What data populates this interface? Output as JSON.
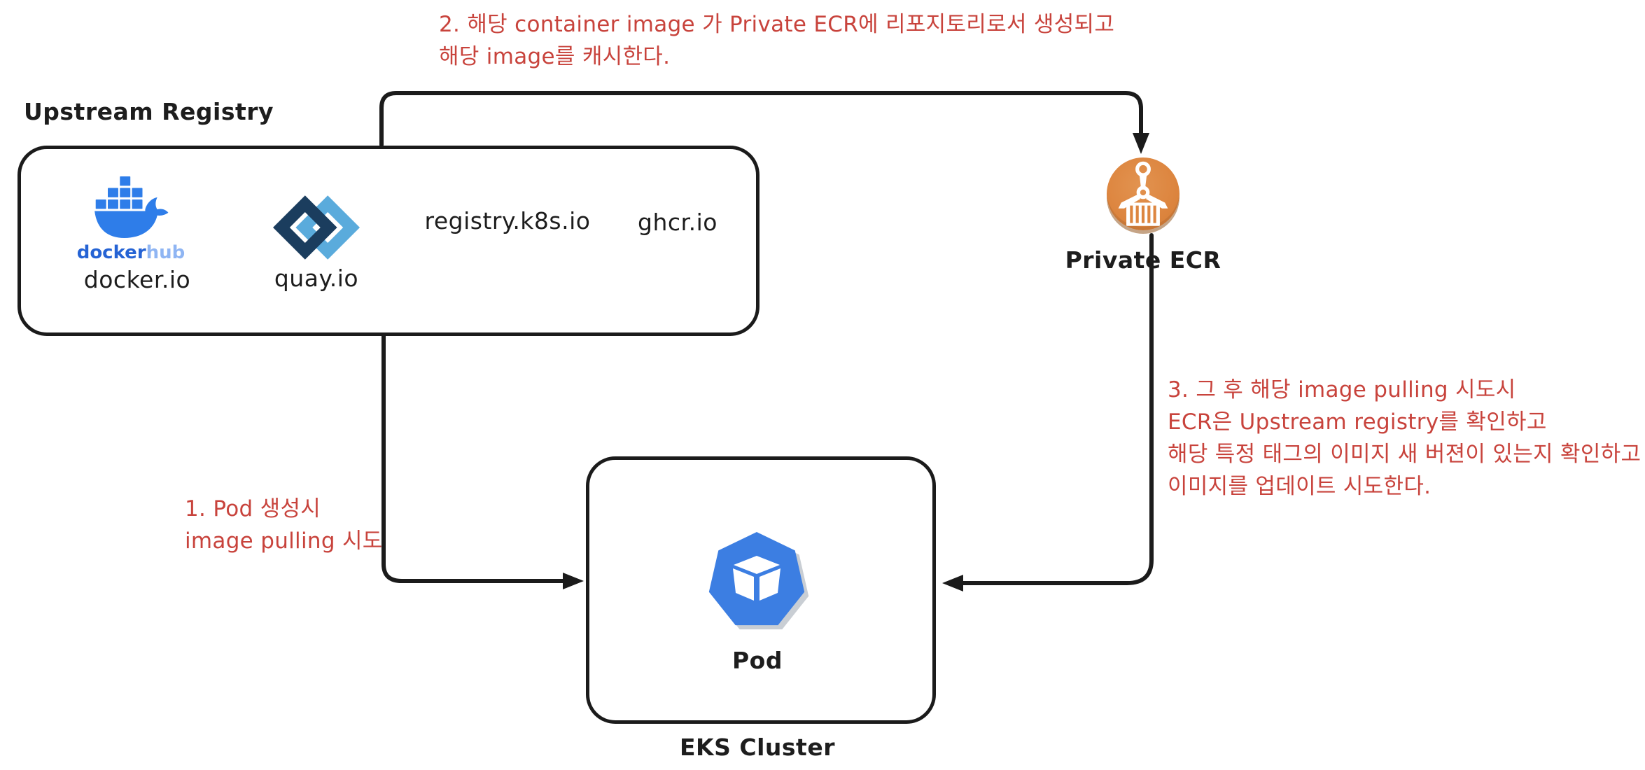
{
  "colors": {
    "ink_black": "#1d1d1d",
    "annotation_red": "#c8433c",
    "docker_blue": "#2e7de9",
    "docker_text_blue": "#2563d4",
    "docker_hub_light_blue": "#8fb5f3",
    "quay_dark_navy": "#1b3d5e",
    "quay_light_blue": "#5aabdc",
    "ecr_orange": "#dd8640",
    "pod_blue": "#3c7ee2"
  },
  "annotations": {
    "note1": {
      "lines": [
        "1. Pod 생성시",
        "image pulling 시도"
      ]
    },
    "note2": {
      "lines": [
        "2. 해당 container image 가 Private ECR에 리포지토리로서 생성되고",
        "해당 image를 캐시한다."
      ]
    },
    "note3": {
      "lines": [
        "3. 그 후 해당 image pulling 시도시",
        "ECR은 Upstream registry를 확인하고",
        "해당 특정 태그의 이미지 새 버젼이 있는지 확인하고",
        "이미지를 업데이트 시도한다."
      ]
    }
  },
  "upstream_registry": {
    "title": "Upstream Registry",
    "docker": {
      "logo_text_primary": "docker",
      "logo_text_secondary": "hub",
      "label": "docker.io"
    },
    "quay": {
      "label": "quay.io"
    },
    "registries": [
      "registry.k8s.io",
      "ghcr.io"
    ]
  },
  "private_ecr": {
    "label": "Private ECR"
  },
  "eks": {
    "label": "EKS Cluster",
    "pod_label": "Pod"
  },
  "icons": {
    "docker_whale": "docker-whale-icon",
    "quay_chevrons": "quay-logo-icon",
    "ecr_crane_container": "private-ecr-icon",
    "pod_heptagon_cube": "pod-icon"
  }
}
